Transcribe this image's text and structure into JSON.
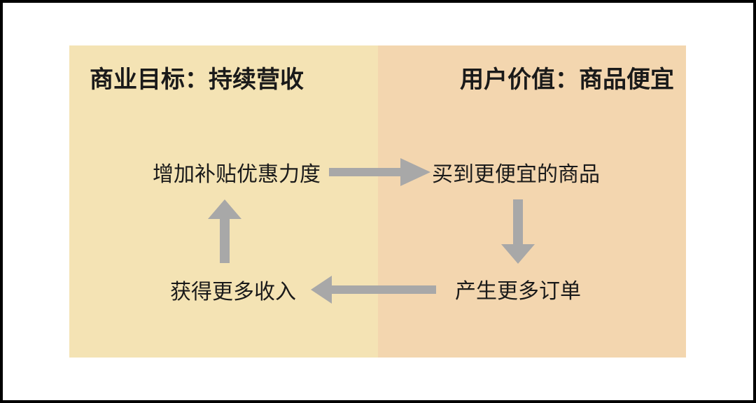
{
  "diagram": {
    "left_panel": {
      "title": "商业目标：持续营收"
    },
    "right_panel": {
      "title": "用户价值：商品便宜"
    },
    "nodes": [
      {
        "id": "increase-subsidy",
        "label": "增加补贴优惠力度"
      },
      {
        "id": "buy-cheaper-goods",
        "label": "买到更便宜的商品"
      },
      {
        "id": "generate-more-orders",
        "label": "产生更多订单"
      },
      {
        "id": "gain-more-revenue",
        "label": "获得更多收入"
      }
    ],
    "arrows": [
      {
        "name": "right-arrow",
        "from": "增加补贴优惠力度",
        "to": "买到更便宜的商品"
      },
      {
        "name": "down-arrow",
        "from": "买到更便宜的商品",
        "to": "产生更多订单"
      },
      {
        "name": "left-arrow",
        "from": "产生更多订单",
        "to": "获得更多收入"
      },
      {
        "name": "up-arrow",
        "from": "获得更多收入",
        "to": "增加补贴优惠力度"
      }
    ],
    "colors": {
      "left_panel_bg": "#f4e3b4",
      "right_panel_bg": "#f3d6af",
      "arrow": "#a8a8a8",
      "text": "#1a1a1a",
      "frame_border": "#000000",
      "page_bg": "#ffffff"
    }
  }
}
